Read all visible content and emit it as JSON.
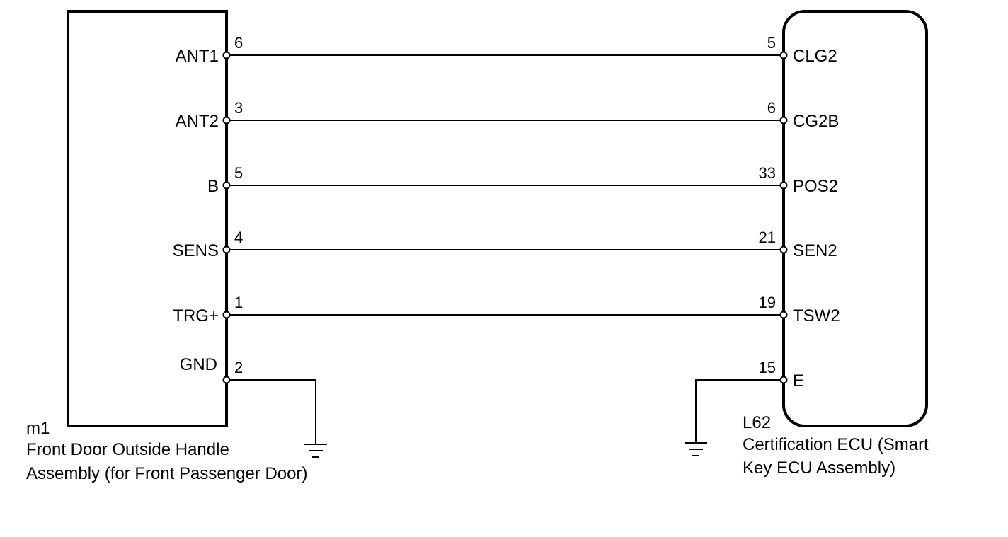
{
  "components": {
    "left": {
      "code": "m1",
      "name_lines": [
        "Front Door Outside Handle",
        "Assembly (for Front Passenger Door)"
      ]
    },
    "right": {
      "code": "L62",
      "name_lines": [
        "Certification ECU (Smart",
        "Key ECU Assembly)"
      ]
    }
  },
  "connections": [
    {
      "left_pin": "6",
      "left_name": "ANT1",
      "right_pin": "5",
      "right_name": "CLG2"
    },
    {
      "left_pin": "3",
      "left_name": "ANT2",
      "right_pin": "6",
      "right_name": "CG2B"
    },
    {
      "left_pin": "5",
      "left_name": "B",
      "right_pin": "33",
      "right_name": "POS2"
    },
    {
      "left_pin": "4",
      "left_name": "SENS",
      "right_pin": "21",
      "right_name": "SEN2"
    },
    {
      "left_pin": "1",
      "left_name": "TRG+",
      "right_pin": "19",
      "right_name": "TSW2"
    }
  ],
  "grounds": {
    "left": {
      "pin": "2",
      "name": "GND"
    },
    "right": {
      "pin": "15",
      "name": "E"
    }
  },
  "colors": {
    "line": "#000000",
    "background": "#ffffff"
  }
}
